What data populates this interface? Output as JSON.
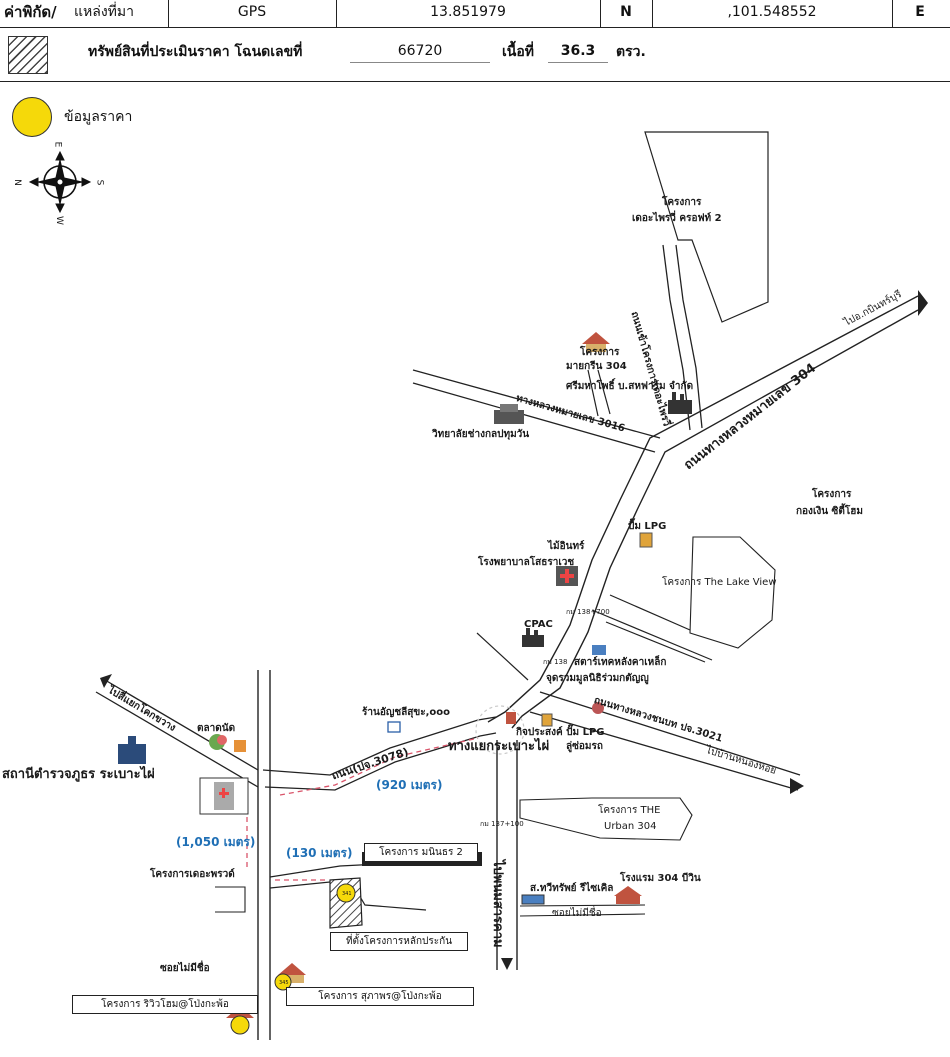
{
  "header": {
    "coord_label": "ค่าพิกัด/",
    "source_label": "แหล่งที่มา",
    "source_value": "GPS",
    "lat_value": "13.851979",
    "lat_dir": "N",
    "lon_value": ",101.548552",
    "lon_dir": "E"
  },
  "parcel": {
    "label": "ทรัพย์สินที่ประเมินราคา โฉนดเลขที่",
    "deed_no": "66720",
    "area_label": "เนื้อที่",
    "area_value": "36.3",
    "area_unit": "ตรว."
  },
  "legend": {
    "price_data": "ข้อมูลราคา",
    "price_color": "#f5d90a"
  },
  "compass": {
    "n": "N",
    "s": "S",
    "e": "E",
    "w": "W"
  },
  "map": {
    "labels": {
      "project_treasure": "โครงการ",
      "project_treasure_2": "เดอะไพรวี่ ครอฟท์ 2",
      "road_to_project": "ถนนเข้าโครงการเดอะไพรวี่",
      "to_kabin": "ไปอ.กบินทร์บุรี",
      "marina_1": "โครงการ",
      "marina_2": "มายกรีน 304",
      "sri_maha_1": "ศรีมหาโพธิ์ บ.สหฟาร์ม จำกัด",
      "hwy_3016": "ทางหลวงหมายเลข 3016",
      "college": "วิทยาลัยช่างกลปทุมวัน",
      "hwy_304": "ถนนทางหลวงหมายเลข 304",
      "project_kongngern_1": "โครงการ",
      "project_kongngern_2": "กองเงิน ซิตี้โฮม",
      "lpg": "ปั๊ม LPG",
      "maiinbul": "ไม้อินทร์",
      "hospital": "โรงพยาบาลโสธราเวช",
      "lakeview": "โครงการ The Lake View",
      "cpac": "CPAC",
      "km_top": "กม 138+700",
      "km_mid": "กม 138",
      "steel": "สตาร์เทคหลังคาเหล็ก",
      "foundation": "จุดรวมมูลนิธิร่วมกตัญญู",
      "rural_road": "ถนนทางหลวงชนบท ปจ.3021",
      "to_nongyai": "ไปบ้านหนองหอย",
      "to_khok": "ไปสี่แยกโคกขวาง",
      "market": "ตลาดนัด",
      "shop": "ร้านอัญชลีสุขะ,ooo",
      "police": "สถานีตำรวจภูธร ระเบาะไผ่",
      "junction": "ทางแยกระเบาะไผ่",
      "kit": "กิจประสงค์ ปั๊ม LPG",
      "car_wash": "ลู่ซ่อมรถ",
      "road_3078": "ถนน(ปจ.3078)",
      "km_low": "กม 137+100",
      "urban_1": "โครงการ THE",
      "urban_2": "Urban 304",
      "project_dapat": "โครงการเดอะพรวด์",
      "manintorn": "โครงการ มนินธร 2",
      "hotel": "โรงแรม 304 บีวิน",
      "trade": "ส.ทวีทรัพย์ รีไซเคิล",
      "soi_no_name_r": "ซอยไม่มีชื่อ",
      "to_prachin": "ไปพนมสารคาม",
      "subject_box": "ที่ตั้งโครงการหลักประกัน",
      "soi_no_name_l": "ซอยไม่มีชื่อ",
      "supaporn": "โครงการ สุภาพร@โป่งกะพ้อ",
      "riverhome": "โครงการ ริวิวโฮม@โป่งกะพ้อ",
      "marker_341": "341",
      "marker_345": "345"
    },
    "distances": {
      "d920": "(920 เมตร)",
      "d1050": "(1,050 เมตร)",
      "d130": "(130 เมตร)"
    }
  }
}
